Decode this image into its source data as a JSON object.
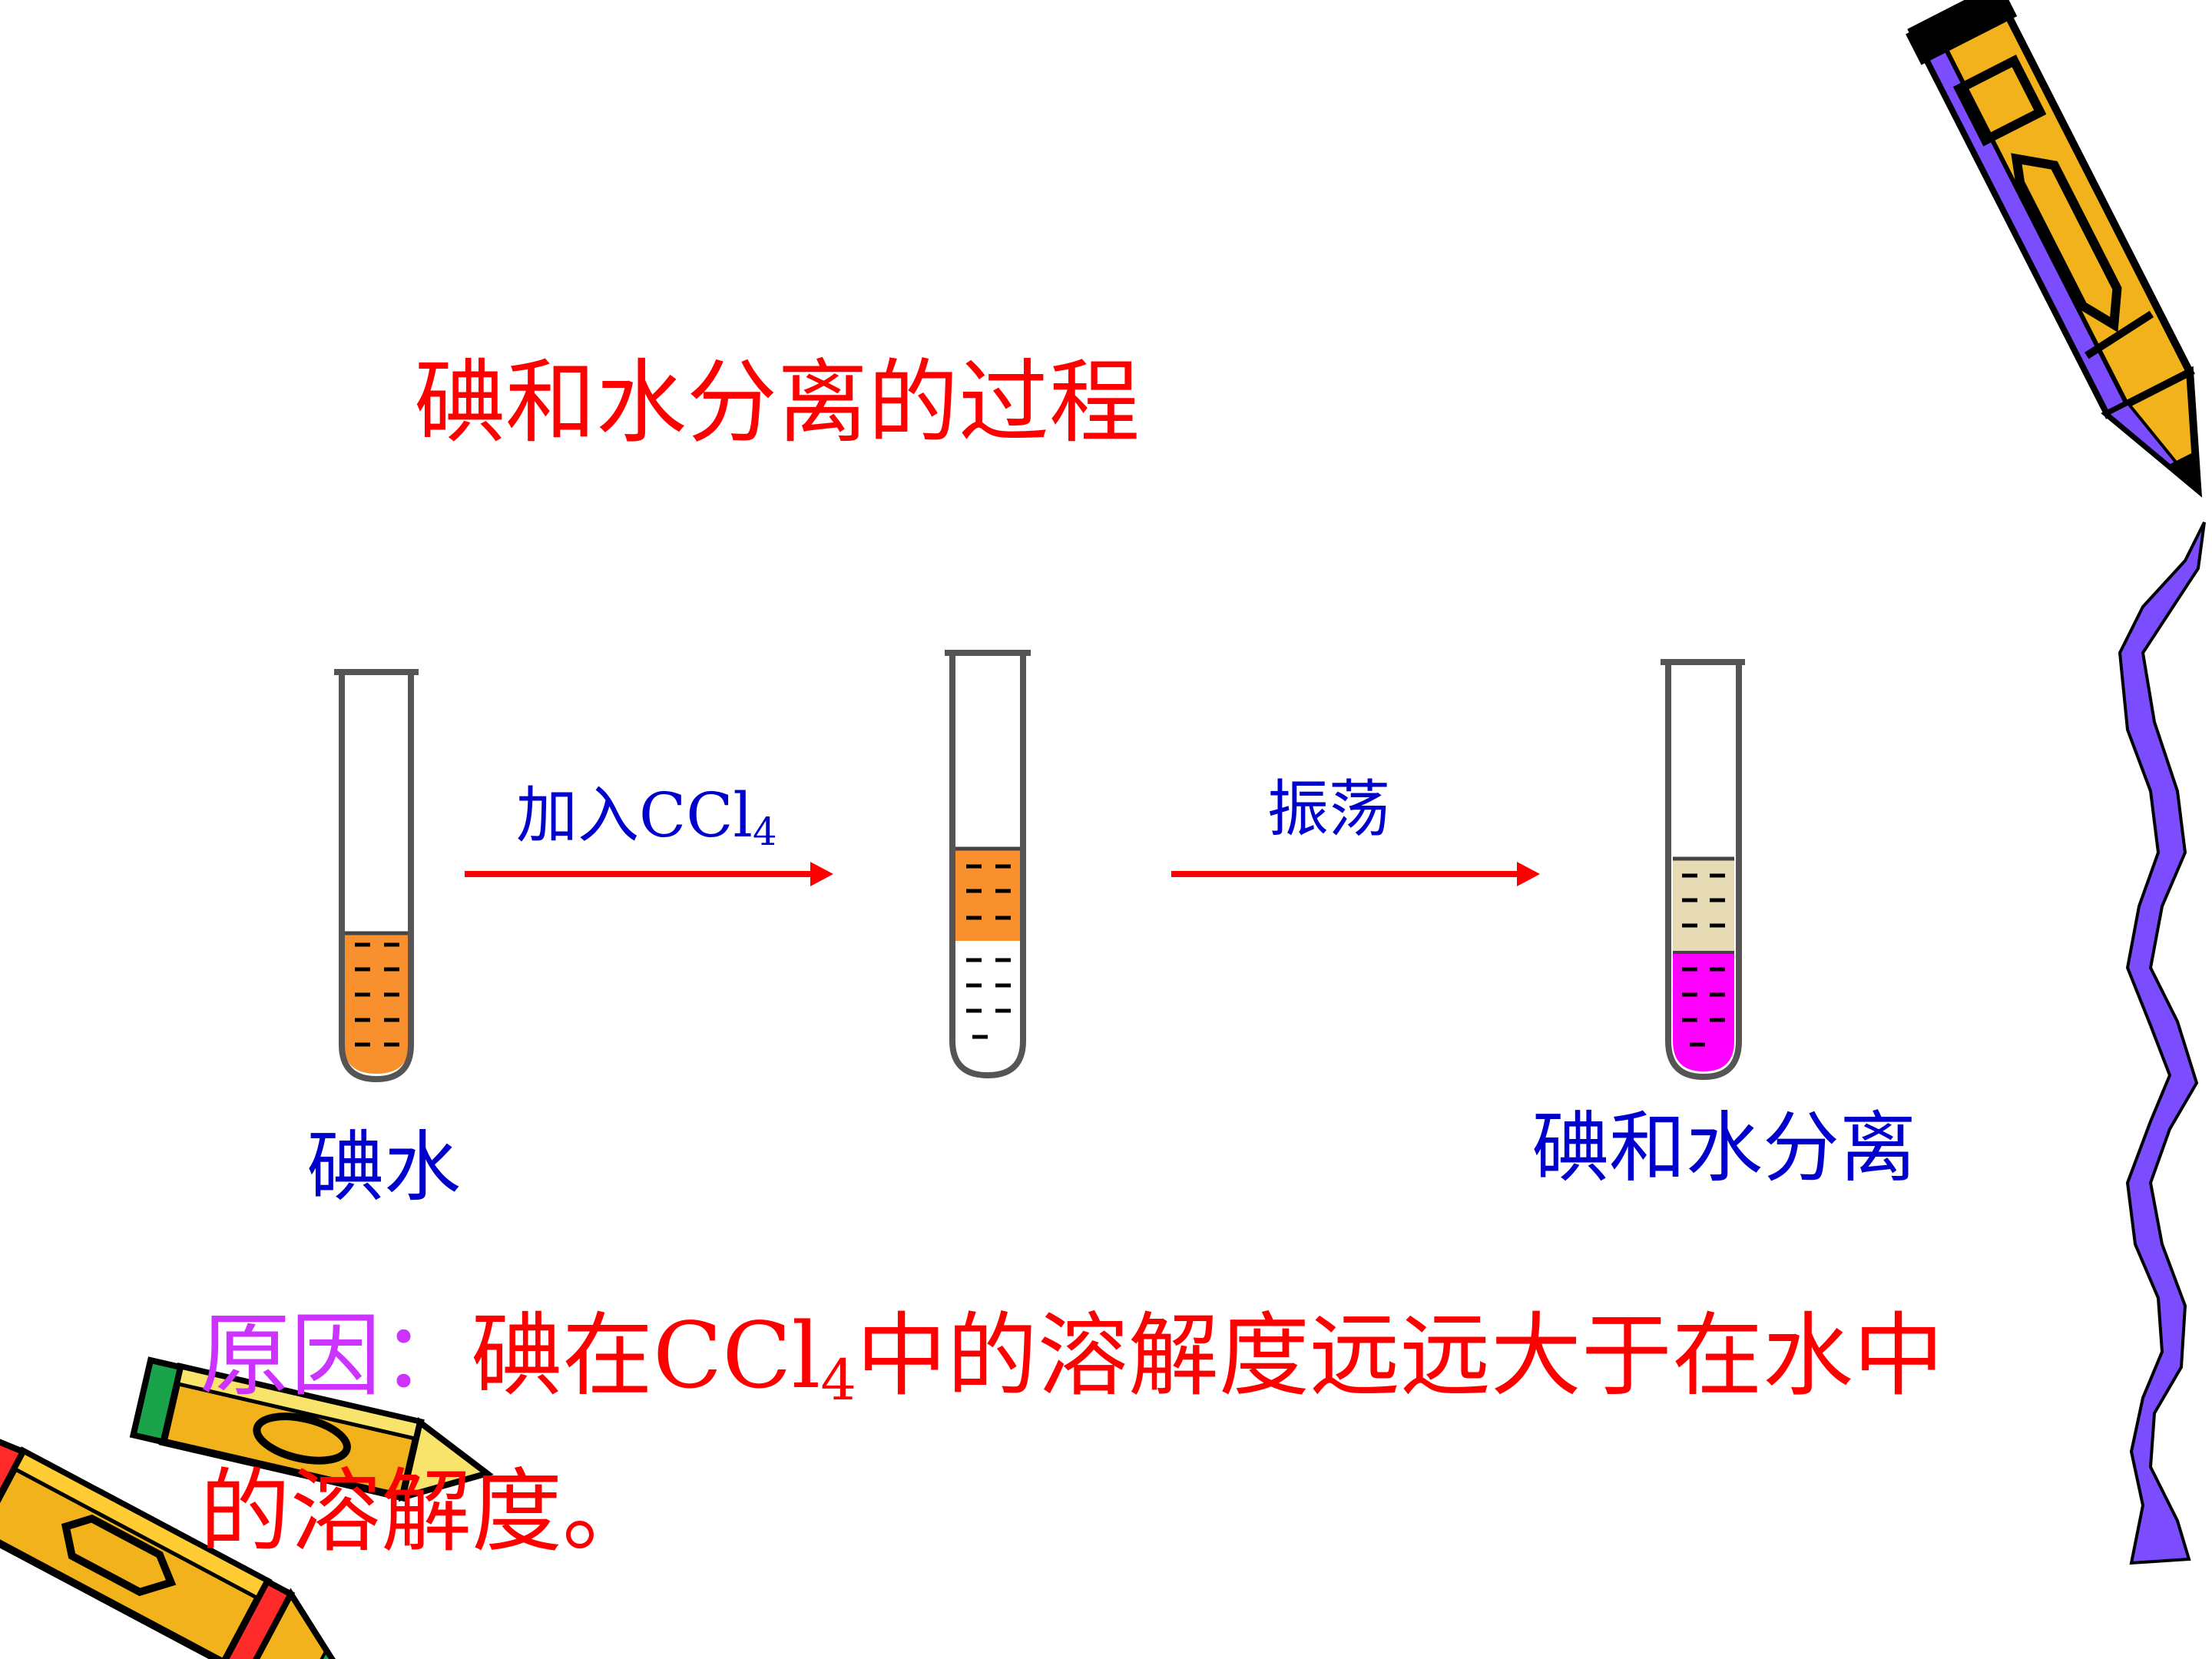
{
  "slide": {
    "title": "碘和水分离的过程",
    "step1_label_pre": "加入CCl",
    "step1_label_sub": "4",
    "step2_label": "振荡",
    "tube1_label": "碘水",
    "tube3_label": "碘和水分离",
    "reason_prefix": "原因：",
    "reason_part1": "碘在CCl",
    "reason_sub": "4",
    "reason_part2": "中的溶解度远远大于在水中的溶解度。"
  },
  "colors": {
    "title": "#ff0000",
    "labels": "#0000cc",
    "reason_prefix": "#cc33ff",
    "iodine_water": "#f7902d",
    "ccl4_clear": "#ffffff",
    "water_after": "#e6dbb4",
    "iodine_ccl4": "#ff00ff",
    "arrow": "#ff0000",
    "border_ribbon": "#7b4dff",
    "pencil_body": "#f2b21c"
  },
  "icons": {
    "pencil_top_right": "pencil-icon",
    "pencils_bottom_left": "pencils-cluster-icon"
  }
}
